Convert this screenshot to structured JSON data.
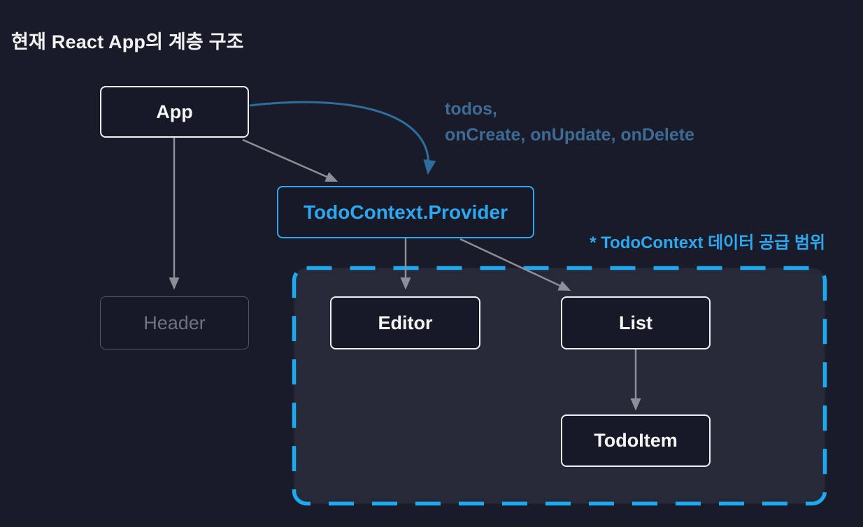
{
  "title": "현재 React App의 계층 구조",
  "nodes": {
    "app": {
      "label": "App"
    },
    "provider": {
      "label": "TodoContext.Provider"
    },
    "header": {
      "label": "Header"
    },
    "editor": {
      "label": "Editor"
    },
    "list": {
      "label": "List"
    },
    "todoItem": {
      "label": "TodoItem"
    }
  },
  "annotations": {
    "provider_props_line1": "todos,",
    "provider_props_line2": "onCreate, onUpdate, onDelete",
    "scope_note": "* TodoContext 데이터 공급 범위"
  },
  "edges": [
    {
      "from": "App",
      "to": "Header",
      "style": "straight-gray"
    },
    {
      "from": "App",
      "to": "TodoContext.Provider",
      "style": "straight-gray"
    },
    {
      "from": "App",
      "to": "TodoContext.Provider",
      "style": "curved-blue",
      "label": "todos, onCreate, onUpdate, onDelete"
    },
    {
      "from": "TodoContext.Provider",
      "to": "Editor",
      "style": "straight-gray"
    },
    {
      "from": "TodoContext.Provider",
      "to": "List",
      "style": "straight-gray"
    },
    {
      "from": "List",
      "to": "TodoItem",
      "style": "straight-gray"
    }
  ],
  "colors": {
    "background": "#191c28",
    "panel_fill": "#262a38",
    "panel_dash": "#1ea8ef",
    "accent_blue": "#2fa7f0",
    "muted_blue": "#3d6a96",
    "arrow_gray": "#8a8f99",
    "arrow_blue": "#2e6d9e",
    "node_border_white": "#eef0f4",
    "node_fill": "#171a26",
    "node_text": "#f5f6f8",
    "muted_border": "#535866",
    "muted_text": "#6e7383",
    "title_text": "#f2f3f5"
  }
}
